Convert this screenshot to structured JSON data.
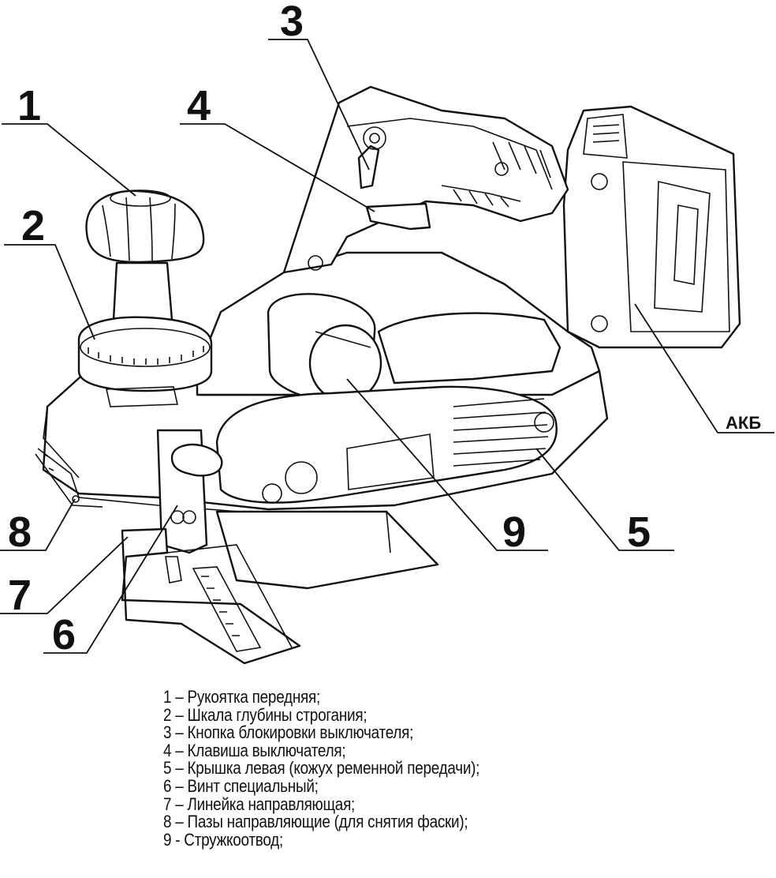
{
  "callouts": {
    "c1": "1",
    "c2": "2",
    "c3": "3",
    "c4": "4",
    "c5": "5",
    "c6": "6",
    "c7": "7",
    "c8": "8",
    "c9": "9",
    "akb": "АКБ"
  },
  "legend": [
    "1 – Рукоятка передняя;",
    "2 – Шкала глубины строгания;",
    "3 – Кнопка блокировки выключателя;",
    "4 – Клавиша выключателя;",
    "5 – Крышка левая (кожух ременной передачи);",
    "6 – Винт специальный;",
    "7 – Линейка направляющая;",
    "8 – Пазы направляющие (для снятия фаски);",
    "9 - Стружкоотвод;"
  ]
}
